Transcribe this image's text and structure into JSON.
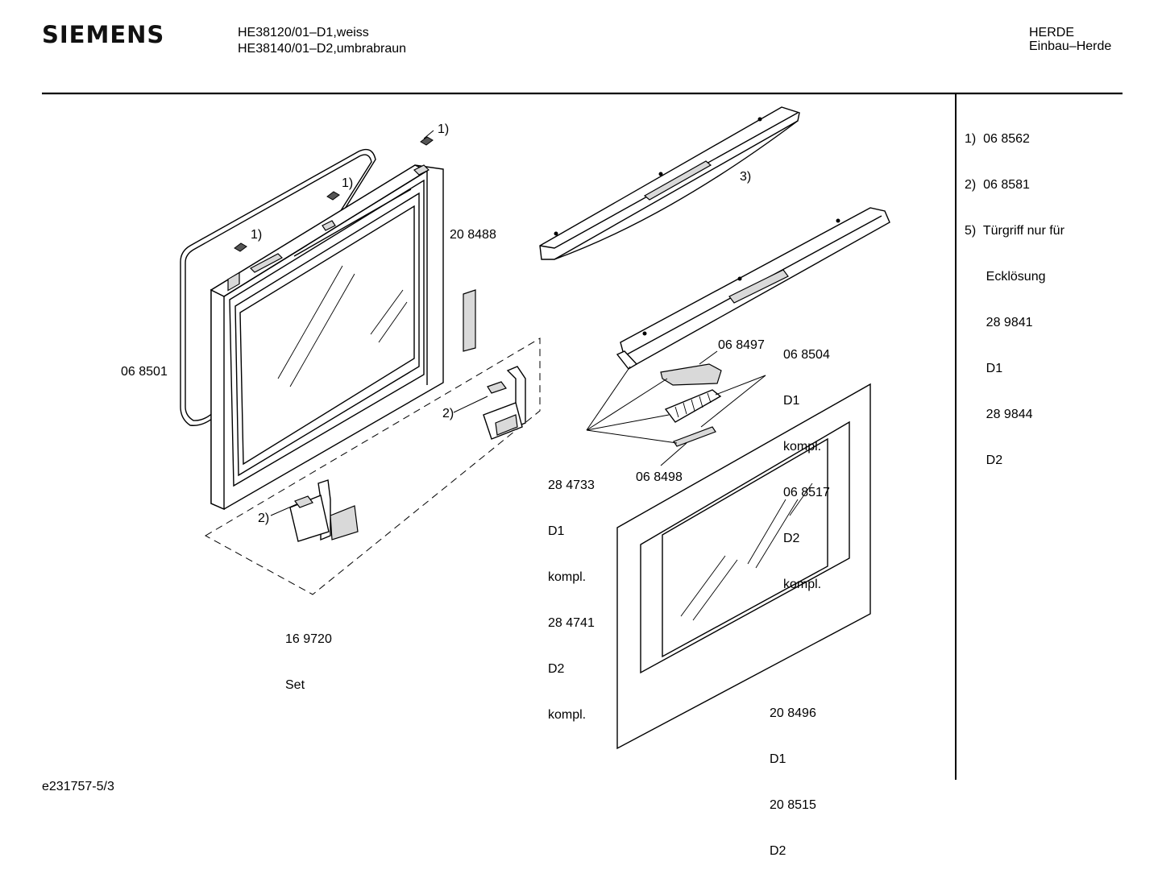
{
  "header": {
    "brand": "SIEMENS",
    "model_line_1": "HE38120/01–D1,weiss",
    "model_line_2": "HE38140/01–D2,umbrabraun",
    "category": "HERDE",
    "subcategory": "Einbau–Herde"
  },
  "notes": [
    "1)  06 8562",
    "2)  06 8581",
    "5)  Türgriff nur für",
    "      Ecklösung",
    "      28 9841",
    "      D1",
    "      28 9844",
    "      D2"
  ],
  "labels": {
    "ref1_a": "1)",
    "ref1_b": "1)",
    "ref1_c": "1)",
    "ref2_a": "2)",
    "ref2_b": "2)",
    "ref3": "3)",
    "p208488": "20 8488",
    "p068501": "06 8501",
    "p068497": "06 8497",
    "p068498": "06 8498",
    "group_068504": [
      "06 8504",
      "D1",
      "kompl.",
      "06 8517",
      "D2",
      "kompl."
    ],
    "group_284733": [
      "28 4733",
      "D1",
      "kompl.",
      "28 4741",
      "D2",
      "kompl."
    ],
    "group_169720": [
      "16 9720",
      "Set"
    ],
    "group_208496": [
      "20 8496",
      "D1",
      "20 8515",
      "D2"
    ]
  },
  "footer": {
    "drawing_id": "e231757-5/3"
  }
}
